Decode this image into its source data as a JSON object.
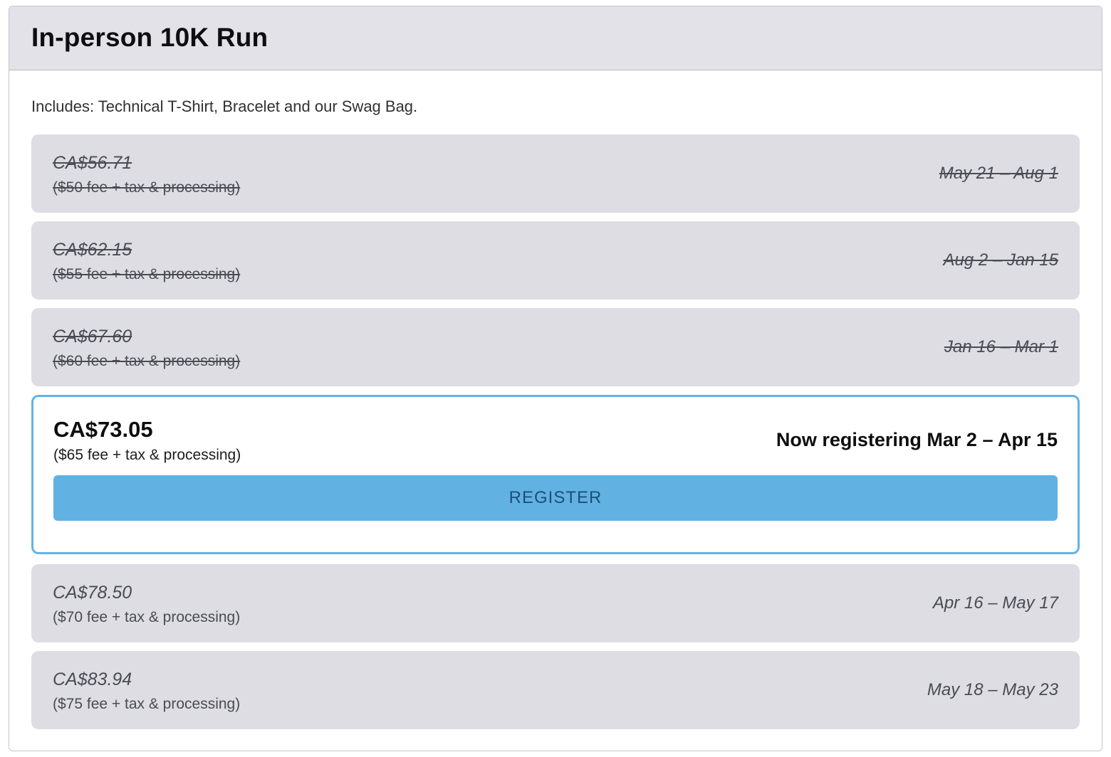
{
  "card": {
    "title": "In-person 10K Run",
    "description": "Includes: Technical T-Shirt, Bracelet and our Swag Bag."
  },
  "colors": {
    "accent_blue": "#62b3e5",
    "button_fill": "#61b2e3",
    "button_text": "#1d4e79",
    "row_background": "#dddde3",
    "header_background": "#e2e2e8"
  },
  "tiers": [
    {
      "price": "CA$56.71",
      "detail": "($50 fee + tax & processing)",
      "dates": "May 21 – Aug 1",
      "status": "past"
    },
    {
      "price": "CA$62.15",
      "detail": "($55 fee + tax & processing)",
      "dates": "Aug 2 – Jan 15",
      "status": "past"
    },
    {
      "price": "CA$67.60",
      "detail": "($60 fee + tax & processing)",
      "dates": "Jan 16 – Mar 1",
      "status": "past"
    },
    {
      "price": "CA$73.05",
      "detail": "($65 fee + tax & processing)",
      "dates": "Now registering Mar 2 – Apr 15",
      "status": "active",
      "button_label": "REGISTER"
    },
    {
      "price": "CA$78.50",
      "detail": "($70 fee + tax & processing)",
      "dates": "Apr 16 – May 17",
      "status": "future"
    },
    {
      "price": "CA$83.94",
      "detail": "($75 fee + tax & processing)",
      "dates": "May 18 – May 23",
      "status": "future"
    }
  ]
}
